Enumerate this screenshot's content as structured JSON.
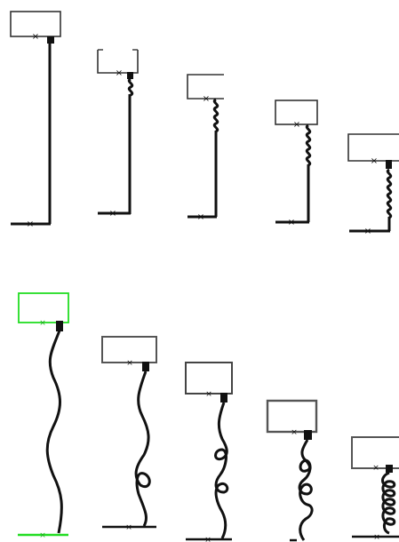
{
  "figure": {
    "rows": [
      {
        "style": "straight-line-with-coils",
        "stages": [
          {
            "coil_turns": 0
          },
          {
            "coil_turns": 1
          },
          {
            "coil_turns": 3
          },
          {
            "coil_turns": 5
          },
          {
            "coil_turns": 7
          }
        ]
      },
      {
        "style": "wavy-line-with-loops",
        "stages": [
          {
            "loops": 0
          },
          {
            "loops": 1
          },
          {
            "loops": 2
          },
          {
            "loops": 3
          },
          {
            "loops": 5
          }
        ]
      }
    ],
    "colors": {
      "line": "#111111",
      "box": "#333333",
      "box_highlight": "#22dd22",
      "box_mid": "#555555"
    }
  }
}
